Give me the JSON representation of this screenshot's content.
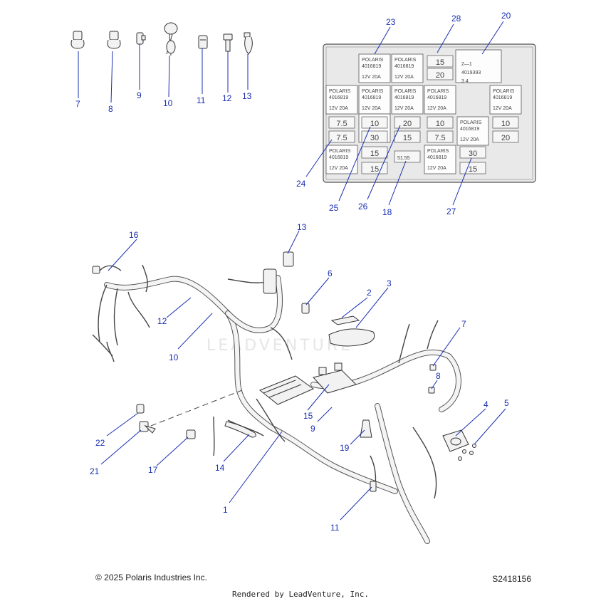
{
  "fuse_box": {
    "relays": [
      {
        "brand": "POLARIS",
        "part": "4016819",
        "rating": "12V 20A"
      },
      {
        "brand": "POLARIS",
        "part": "4016819",
        "rating": "12V 20A"
      },
      {
        "brand": "POLARIS",
        "part": "4016819",
        "rating": "12V 20A"
      },
      {
        "brand": "POLARIS",
        "part": "4016819",
        "rating": "12V 20A"
      },
      {
        "brand": "POLARIS",
        "part": "4016819",
        "rating": "12V 20A"
      },
      {
        "brand": "POLARIS",
        "part": "4016819",
        "rating": "12V 20A"
      },
      {
        "brand": "POLARIS",
        "part": "4016819",
        "rating": "12V 20A"
      },
      {
        "brand": "POLARIS",
        "part": "4016819",
        "rating": "12V 20A"
      },
      {
        "brand": "POLARIS",
        "part": "4016819",
        "rating": "12V 20A"
      },
      {
        "brand": "POLARIS",
        "part": "4016819",
        "rating": "12V 20A"
      },
      {
        "brand": "POLARIS",
        "part": "4016819",
        "rating": "12V 20A"
      }
    ],
    "diode": {
      "top": "2—1",
      "part": "4019393",
      "bottom": "3      4"
    },
    "fuses": [
      "15",
      "20",
      "7.5",
      "10",
      "20",
      "10",
      "10",
      "7.5",
      "30",
      "15",
      "7.5",
      "20",
      "15",
      "30",
      "15",
      "15"
    ],
    "module_label": "51.55"
  },
  "callouts": {
    "c7": "7",
    "c8": "8",
    "c9": "9",
    "c10": "10",
    "c11": "11",
    "c12": "12",
    "c13": "13",
    "c20": "20",
    "c23": "23",
    "c24": "24",
    "c25": "25",
    "c26": "26",
    "c27": "27",
    "c28": "28",
    "c18": "18",
    "m16": "16",
    "m13": "13",
    "m6": "6",
    "m2": "2",
    "m3": "3",
    "m12": "12",
    "m10": "10",
    "m7": "7",
    "m8": "8",
    "m15": "15",
    "m9": "9",
    "m22": "22",
    "m21": "21",
    "m17": "17",
    "m14": "14",
    "m1": "1",
    "m19": "19",
    "m11": "11",
    "m4": "4",
    "m5": "5"
  },
  "watermark": "LEADVENTURE",
  "footer": {
    "copyright": "© 2025 Polaris Industries Inc.",
    "drawing_id": "S2418156",
    "rendered_by": "Rendered by LeadVenture, Inc."
  }
}
